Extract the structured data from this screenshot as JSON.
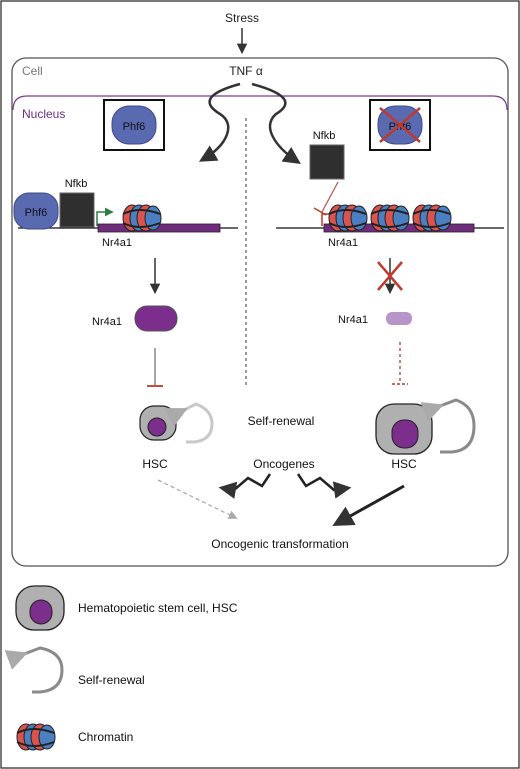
{
  "labels": {
    "stress": "Stress",
    "cell": "Cell",
    "tnf": "TNF α",
    "nucleus": "Nucleus",
    "phf6": "Phf6",
    "nfkb": "Nfkb",
    "nr4a1": "Nr4a1",
    "self_renewal": "Self-renewal",
    "hsc": "HSC",
    "oncogenes": "Oncogenes",
    "oncogenic_transformation": "Oncogenic transformation"
  },
  "legend": {
    "hsc": "Hematopoietic stem cell, HSC",
    "self_renewal": "Self-renewal",
    "chromatin": "Chromatin"
  },
  "colors": {
    "phf6": "#5a6ab0",
    "nfkb": "#2f2f2f",
    "nucleus_line": "#7b3b8c",
    "nucleus_label": "#6d2e82",
    "nr4a1_protein": "#7b2e8c",
    "nr4a1_protein_low": "#b894c8",
    "gene_bar": "#6f2b7c",
    "hsc_outer": "#b0b0b0",
    "hsc_inner": "#7b2e8c",
    "red_mark": "#c0392b",
    "promoter_arrow_active": "#2e7d45",
    "promoter_arrow_blocked": "#c0392b",
    "chromatin_red": "#d9534f",
    "chromatin_blue": "#4a7fc1"
  }
}
